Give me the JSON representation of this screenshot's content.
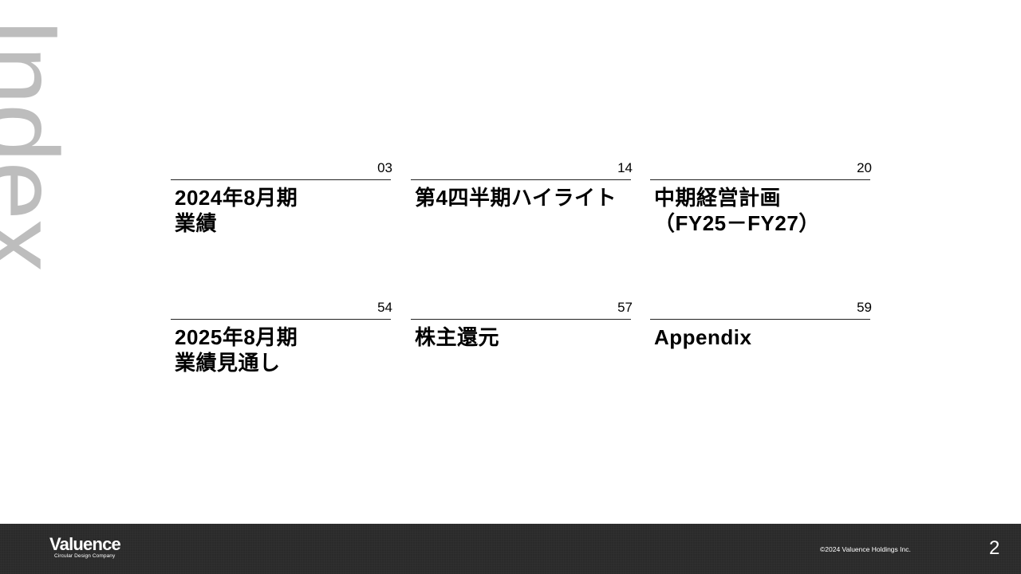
{
  "side_label": "Index",
  "toc": {
    "items": [
      {
        "page": "03",
        "title": "2024年8月期\n業績"
      },
      {
        "page": "14",
        "title": "第4四半期ハイライト"
      },
      {
        "page": "20",
        "title": "中期経営計画\n（FY25－FY27）"
      },
      {
        "page": "54",
        "title": "2025年8月期\n業績見通し"
      },
      {
        "page": "57",
        "title": "株主還元"
      },
      {
        "page": "59",
        "title": "Appendix"
      }
    ]
  },
  "footer": {
    "logo": {
      "brand": "Valuence",
      "tagline": "Circular Design Company"
    },
    "copyright": "©2024 Valuence Holdings Inc.",
    "slide_number": "2"
  },
  "colors": {
    "side_label": "#bdbdbd",
    "footer_bg": "#2a2a2a",
    "text": "#000000"
  }
}
